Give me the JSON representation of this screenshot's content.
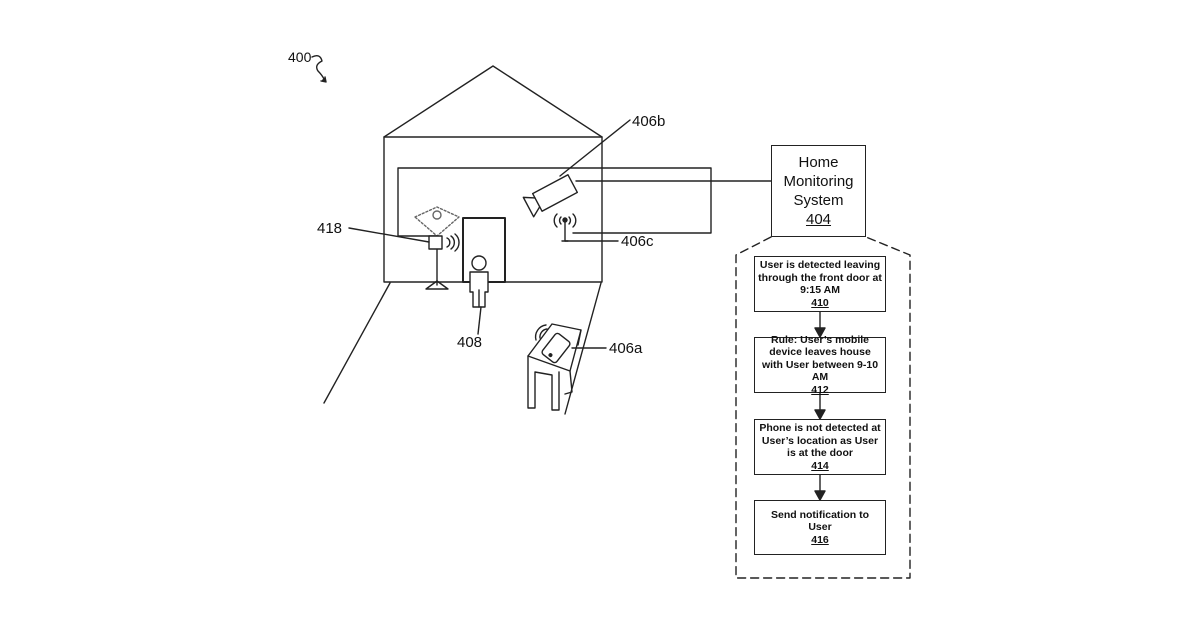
{
  "figure": {
    "ref": "400"
  },
  "labels": {
    "camera": "406b",
    "wifi": "406c",
    "phone": "406a",
    "user": "408",
    "lamp_device": "418"
  },
  "system": {
    "line1": "Home",
    "line2": "Monitoring",
    "line3": "System",
    "num": "404"
  },
  "steps": [
    {
      "text": "User is detected leaving through the front door at 9:15 AM",
      "num": "410"
    },
    {
      "text": "Rule: User’s mobile device leaves house with User between 9-10 AM",
      "num": "412"
    },
    {
      "text": "Phone is not detected at User’s location as User is at the door",
      "num": "414"
    },
    {
      "text": "Send notification to User",
      "num": "416"
    }
  ]
}
